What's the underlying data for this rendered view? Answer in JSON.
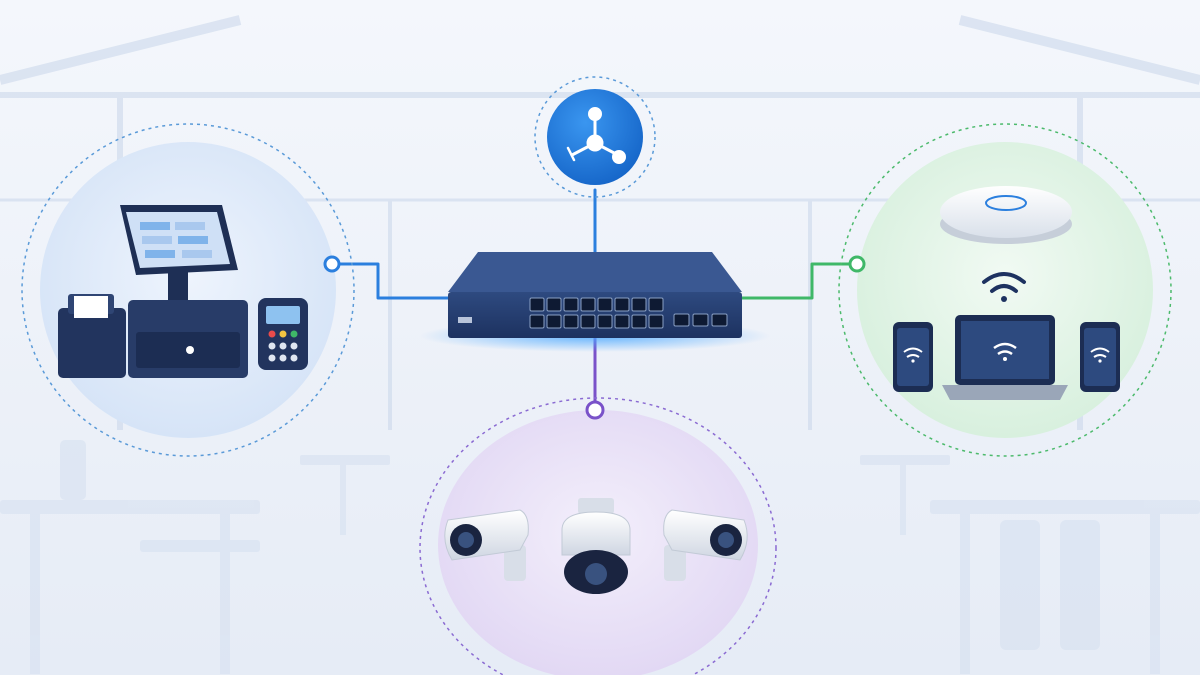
{
  "diagram": {
    "hub": {
      "icon": "network-hub-icon"
    },
    "switch": {
      "label": "",
      "port_count": 16,
      "sfp_count": 3
    },
    "nodes": [
      {
        "id": "pos",
        "icon": "pos-terminal-icon",
        "ring_color": "#4a90d9"
      },
      {
        "id": "wireless",
        "icon": "wifi-access-point-icon",
        "ring_color": "#3fb868"
      },
      {
        "id": "cameras",
        "icon": "security-camera-icon",
        "ring_color": "#7a52c9"
      }
    ],
    "links": [
      {
        "from": "hub",
        "to": "switch",
        "color": "#2b7fde"
      },
      {
        "from": "switch",
        "to": "pos",
        "color": "#2b7fde"
      },
      {
        "from": "switch",
        "to": "wireless",
        "color": "#3fb868"
      },
      {
        "from": "switch",
        "to": "cameras",
        "color": "#7a52c9"
      }
    ],
    "colors": {
      "accent_blue": "#2b7fde",
      "accent_green": "#3fb868",
      "accent_purple": "#7a52c9",
      "device_navy": "#243a66"
    }
  }
}
